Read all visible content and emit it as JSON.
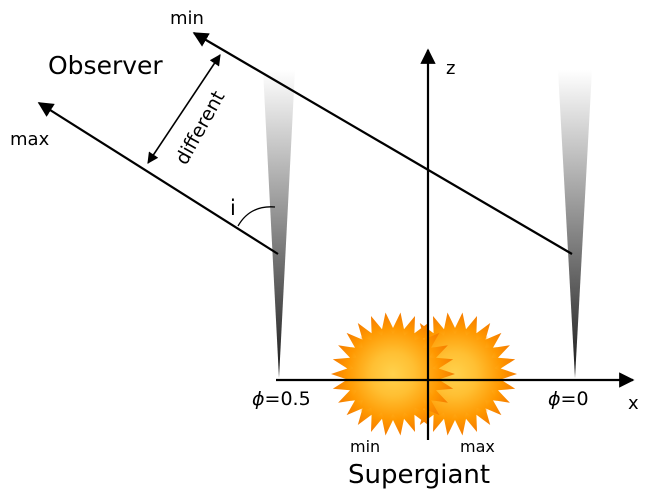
{
  "labels": {
    "observer": "Observer",
    "different": "different",
    "min_top": "min",
    "max_left": "max",
    "inclination": "i",
    "z_axis": "z",
    "x_axis": "x",
    "phi_symbol": "ϕ",
    "phase_05": "=0.5",
    "phase_0": "=0",
    "min_bottom": "min",
    "max_bottom": "max",
    "supergiant": "Supergiant"
  },
  "colors": {
    "line": "#000000",
    "star_outer": "#f57c00",
    "star_mid": "#ff9800",
    "star_inner": "#ffeb3b",
    "beam_dark": "#222222",
    "beam_light": "#ffffff"
  }
}
